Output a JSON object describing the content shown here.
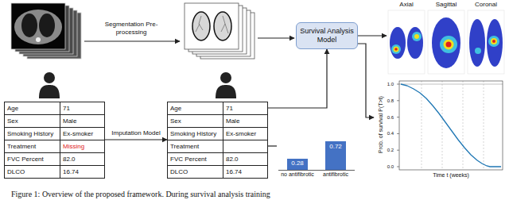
{
  "diagram": {
    "caption": "Figure 1: Overview of the proposed framework. During survival analysis training",
    "nodes": [
      {
        "text": [
          "Age",
          "71",
          "Sex",
          "Male",
          "Smoking History",
          "Ex-smoker",
          "Treatment",
          "Missing",
          "FVC Percent",
          "82.0",
          "DLCO",
          "16.74"
        ]
      },
      {
        "text": [
          "Age",
          "71",
          "Sex",
          "Male",
          "Smoking History",
          "Ex-smoker",
          "Treatment",
          "FVC Percent",
          "82.0",
          "DLCO",
          "16.74"
        ]
      },
      {
        "text": [
          "0.28",
          "0.72",
          "no antifibrotic",
          "antifibrotic"
        ]
      },
      {
        "text": [
          "Survival Analysis Model"
        ]
      },
      {
        "text": [
          "Axial",
          "Sagittal",
          "Coronal"
        ]
      },
      {
        "text": [
          "Prob. of survival P(T>t)",
          "Time t (weeks)",
          "1.0",
          "0.8",
          "0.6",
          "0.4",
          "0.2",
          "0.0"
        ]
      }
    ],
    "edges": [
      {
        "from": 0,
        "to": 1,
        "arrow": "to",
        "label": "Imputation Model"
      },
      {
        "from": 1,
        "to": 2,
        "arrow": "none"
      },
      {
        "from": 1,
        "to": 3,
        "arrow": "to"
      },
      {
        "from": 3,
        "to": 4,
        "arrow": "to"
      },
      {
        "from": 3,
        "to": 5,
        "arrow": "to"
      }
    ],
    "labels": [
      "Segmentation Pre-processing"
    ]
  }
}
